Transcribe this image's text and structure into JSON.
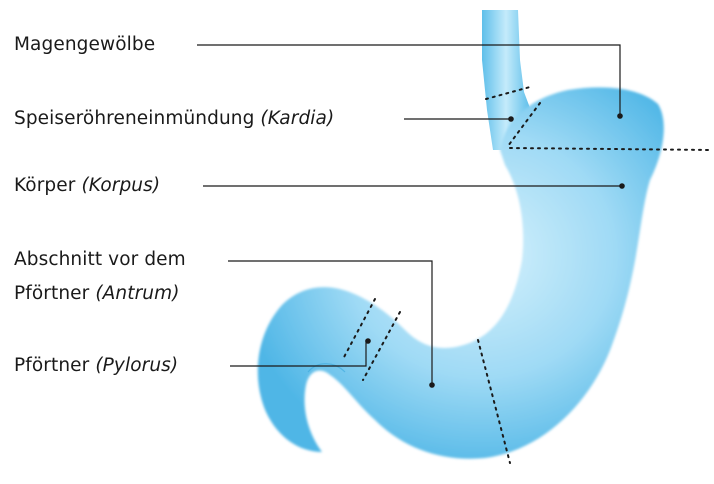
{
  "labels": {
    "fundus": {
      "text": "Magengewölbe"
    },
    "cardia": {
      "text": "Speiseröhreneinmündung ",
      "latin": "(Kardia)"
    },
    "corpus": {
      "text": "Körper ",
      "latin": "(Korpus)"
    },
    "antrum": {
      "line1": "Abschnitt vor dem",
      "text": "Pförtner ",
      "latin": "(Antrum)"
    },
    "pylorus": {
      "text": "Pförtner ",
      "latin": "(Pylorus)"
    }
  },
  "colors": {
    "stomach_fill": "#6cc6ee",
    "stomach_center": "#c9ecfb",
    "line": "#1a1a1a"
  }
}
